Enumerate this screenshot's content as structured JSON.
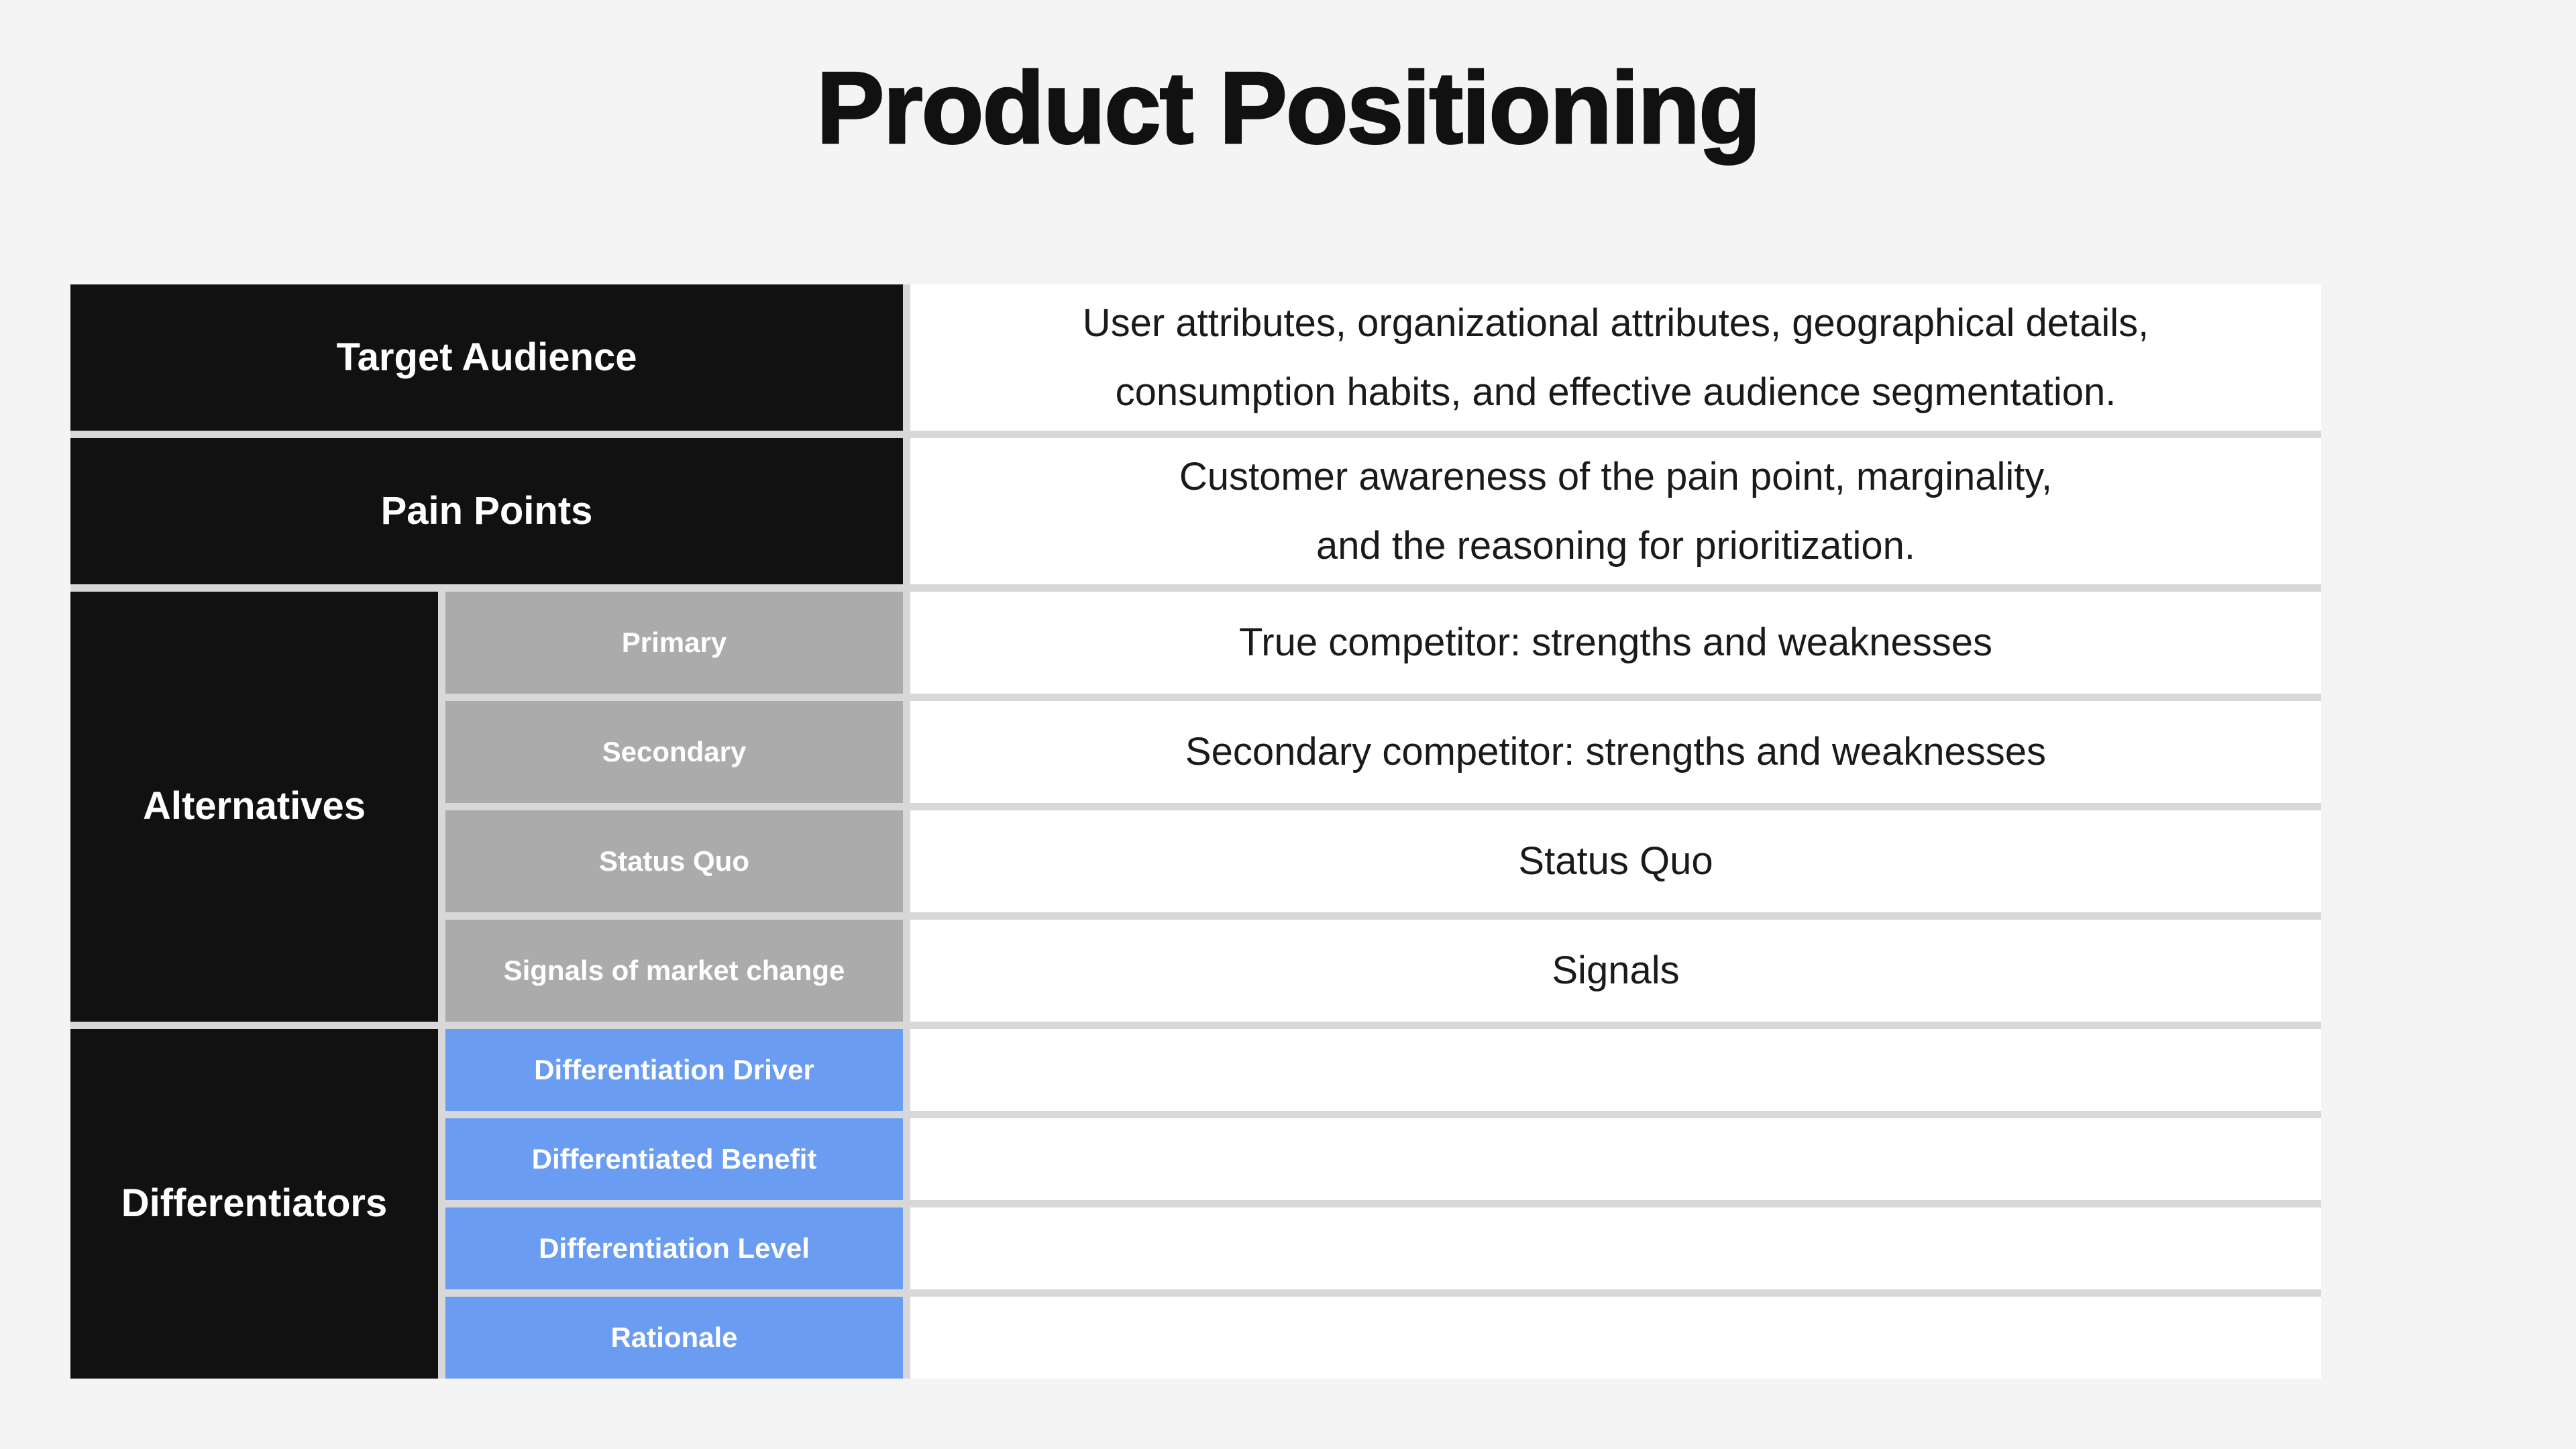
{
  "page": {
    "title": "Product Positioning"
  },
  "colors": {
    "page_background": "#F4F4F4",
    "header_cell": "#111111",
    "alternatives_sub_cell": "#ABABAB",
    "differentiators_sub_cell": "#6A9CF1",
    "grid_gap": "#D8D8D8",
    "content_cell": "#FFFFFF",
    "content_text": "#1A1A1A",
    "header_text": "#FFFFFF"
  },
  "table": {
    "simple_rows": [
      {
        "label": "Target Audience",
        "content": "User attributes, organizational attributes, geographical details,\nconsumption habits, and effective audience segmentation."
      },
      {
        "label": "Pain Points",
        "content": "Customer awareness of the pain point, marginality,\nand the reasoning for prioritization."
      }
    ],
    "groups": [
      {
        "label": "Alternatives",
        "items": [
          {
            "sub_label": "Primary",
            "content": "True competitor: strengths and weaknesses"
          },
          {
            "sub_label": "Secondary",
            "content": "Secondary competitor: strengths and weaknesses"
          },
          {
            "sub_label": "Status Quo",
            "content": "Status Quo"
          },
          {
            "sub_label": "Signals of market change",
            "content": "Signals"
          }
        ]
      },
      {
        "label": "Differentiators",
        "items": [
          {
            "sub_label": "Differentiation Driver",
            "content": ""
          },
          {
            "sub_label": "Differentiated Benefit",
            "content": ""
          },
          {
            "sub_label": "Differentiation Level",
            "content": ""
          },
          {
            "sub_label": "Rationale",
            "content": ""
          }
        ]
      }
    ]
  }
}
